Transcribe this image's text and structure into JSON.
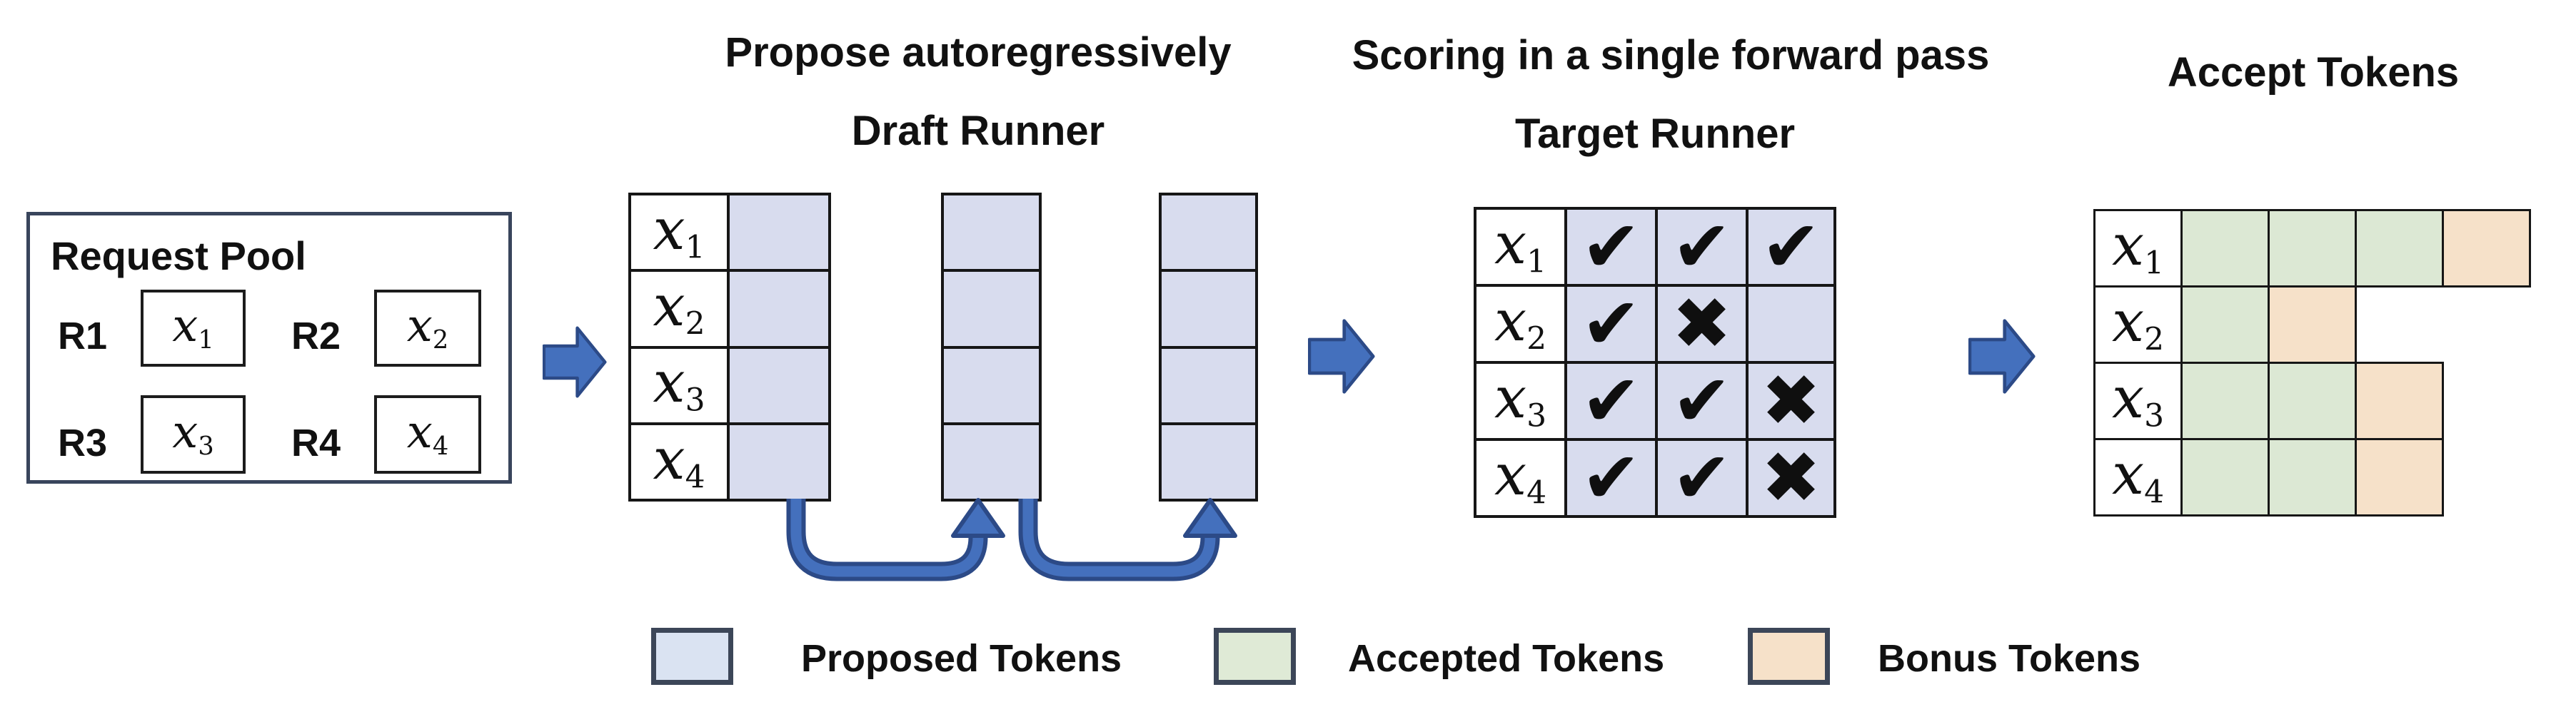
{
  "figure": {
    "kind": "batched speculative decoding pipeline diagram"
  },
  "colors": {
    "proposed_cell": "#d8dcee",
    "accepted_cell": "#dce8d4",
    "bonus_cell": "#f6e1c9",
    "legend_proposed_swatch": "#dae3f2",
    "legend_accepted_swatch": "#dfead6",
    "legend_bonus_swatch": "#f6e1c9",
    "arrow_fill": "#4470bd",
    "arrow_outline": "#2c4a87",
    "grid_border": "#161616",
    "pool_border": "#39455c"
  },
  "request_pool": {
    "title": "Request Pool",
    "items": [
      {
        "label": "R1",
        "token": {
          "base": "x",
          "sub": "1"
        }
      },
      {
        "label": "R2",
        "token": {
          "base": "x",
          "sub": "2"
        }
      },
      {
        "label": "R3",
        "token": {
          "base": "x",
          "sub": "3"
        }
      },
      {
        "label": "R4",
        "token": {
          "base": "x",
          "sub": "4"
        }
      }
    ]
  },
  "draft": {
    "heading": "Propose autoregressively",
    "subheading": "Draft Runner",
    "rows": [
      {
        "base": "x",
        "sub": "1"
      },
      {
        "base": "x",
        "sub": "2"
      },
      {
        "base": "x",
        "sub": "3"
      },
      {
        "base": "x",
        "sub": "4"
      }
    ],
    "proposal_steps": 3
  },
  "target": {
    "heading": "Scoring in a single forward pass",
    "subheading": "Target Runner",
    "rows": [
      {
        "base": "x",
        "sub": "1",
        "marks": [
          "✔",
          "✔",
          "✔"
        ]
      },
      {
        "base": "x",
        "sub": "2",
        "marks": [
          "✔",
          "✖",
          ""
        ]
      },
      {
        "base": "x",
        "sub": "3",
        "marks": [
          "✔",
          "✔",
          "✖"
        ]
      },
      {
        "base": "x",
        "sub": "4",
        "marks": [
          "✔",
          "✔",
          "✖"
        ]
      }
    ]
  },
  "accept": {
    "heading": "Accept Tokens",
    "rows": [
      {
        "base": "x",
        "sub": "1",
        "cells": [
          "acell accepted",
          "acell accepted",
          "acell accepted",
          "acell bonus"
        ]
      },
      {
        "base": "x",
        "sub": "2",
        "cells": [
          "acell accepted",
          "acell bonus",
          "acell none",
          "acell none"
        ]
      },
      {
        "base": "x",
        "sub": "3",
        "cells": [
          "acell accepted",
          "acell accepted",
          "acell bonus",
          "acell none"
        ]
      },
      {
        "base": "x",
        "sub": "4",
        "cells": [
          "acell accepted",
          "acell accepted",
          "acell bonus",
          "acell none"
        ]
      }
    ]
  },
  "legend": {
    "items": [
      {
        "label": "Proposed Tokens"
      },
      {
        "label": "Accepted Tokens"
      },
      {
        "label": "Bonus Tokens"
      }
    ]
  }
}
